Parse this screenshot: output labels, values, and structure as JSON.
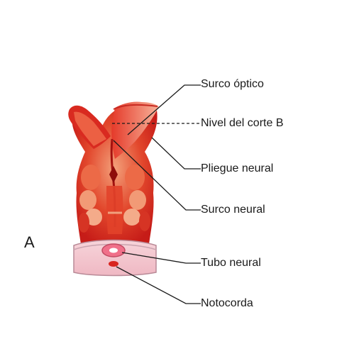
{
  "figure": {
    "panel_letter": "A",
    "labels": {
      "optic_groove": "Surco óptico",
      "cut_level": "Nivel del corte B",
      "neural_fold": "Pliegue neural",
      "neural_groove": "Surco neural",
      "neural_tube": "Tubo neural",
      "notochord": "Notocorda"
    },
    "colors": {
      "tissue_red": "#d8241f",
      "tissue_light": "#f08a6a",
      "section_pink": "#f4c6cf",
      "section_border": "#b98a97",
      "leader_line": "#1a1a1a"
    }
  }
}
